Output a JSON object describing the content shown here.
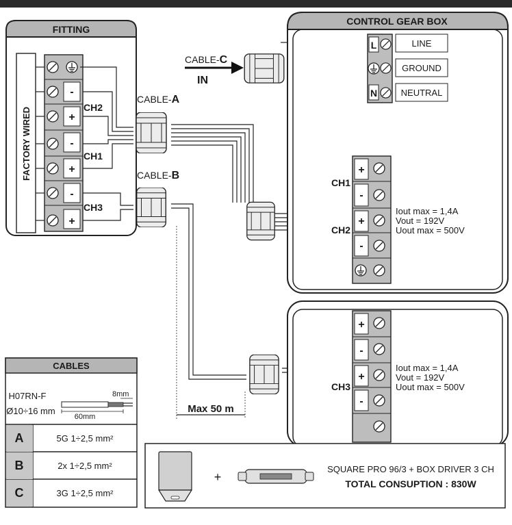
{
  "fitting": {
    "title": "FITTING",
    "factory_wired": "FACTORY WIRED",
    "ch2": "CH2",
    "ch1": "CH1",
    "ch3": "CH3",
    "minus": "-",
    "plus": "+"
  },
  "cables": {
    "cable_a_prefix": "CABLE-",
    "cable_a_letter": "A",
    "cable_b_prefix": "CABLE-",
    "cable_b_letter": "B",
    "cable_c_prefix": "CABLE-",
    "cable_c_letter": "C",
    "in_label": "IN",
    "max_length": "Max 50 m"
  },
  "control_box": {
    "title": "CONTROL GEAR BOX",
    "l": "L",
    "n": "N",
    "line": "LINE",
    "ground": "GROUND",
    "neutral": "NEUTRAL",
    "ch1": "CH1",
    "ch2": "CH2",
    "spec1": "Iout max = 1,4A",
    "spec2": "Vout = 192V",
    "spec3": "Uout max = 500V"
  },
  "box2": {
    "ch3": "CH3",
    "spec1": "Iout max = 1,4A",
    "spec2": "Vout = 192V",
    "spec3": "Uout max = 500V"
  },
  "cables_table": {
    "title": "CABLES",
    "type": "H07RN-F",
    "diameter": "Ø10÷16 mm",
    "strip_8": "8mm",
    "strip_60": "60mm",
    "rows": [
      {
        "letter": "A",
        "spec": "5G 1÷2,5 mm²"
      },
      {
        "letter": "B",
        "spec": "2x 1÷2,5 mm²"
      },
      {
        "letter": "C",
        "spec": "3G 1÷2,5 mm²"
      }
    ]
  },
  "product": {
    "plus": "+",
    "name": "SQUARE PRO 96/3 + BOX DRIVER 3 CH",
    "consumption": "TOTAL CONSUPTION : 830W"
  }
}
